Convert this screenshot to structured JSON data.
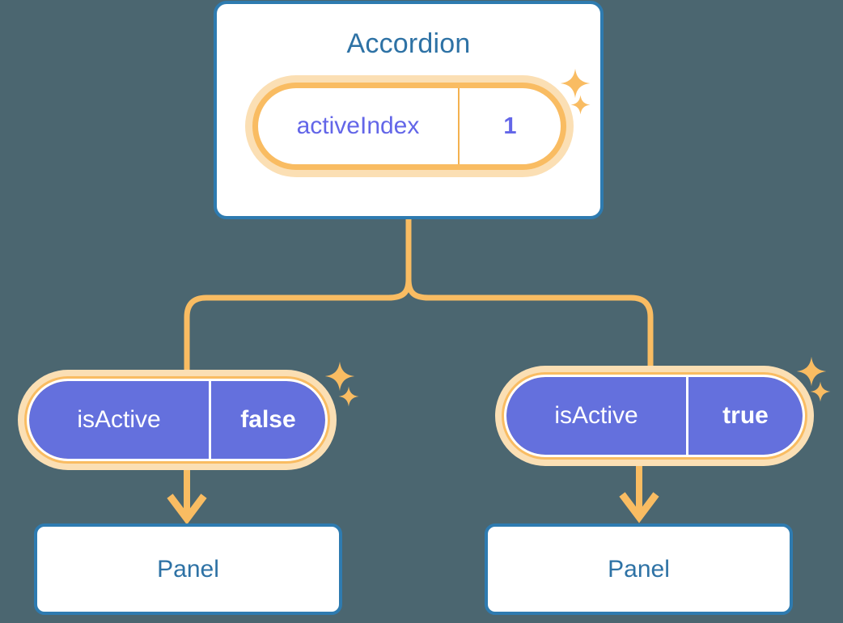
{
  "theme": {
    "background": "#4b6670",
    "card_bg": "#ffffff",
    "card_border": "#2e7bb0",
    "card_text": "#2e72a5",
    "pill_ring": "#f9bc62",
    "pill_halo": "#fbdfb4",
    "pill_solid_bg": "#6470dd",
    "pill_light_text": "#6366e8",
    "pill_solid_text": "#ffffff",
    "connector": "#f9bc62",
    "sparkle": "#f9bc62"
  },
  "root": {
    "title": "Accordion",
    "state": {
      "key": "activeIndex",
      "value": "1"
    }
  },
  "children": [
    {
      "state": {
        "key": "isActive",
        "value": "false"
      },
      "panel": {
        "title": "Panel"
      }
    },
    {
      "state": {
        "key": "isActive",
        "value": "true"
      },
      "panel": {
        "title": "Panel"
      }
    }
  ],
  "icons": {
    "sparkle_large": "sparkle-icon",
    "sparkle_small": "sparkle-icon",
    "arrow": "arrow-down-icon"
  }
}
